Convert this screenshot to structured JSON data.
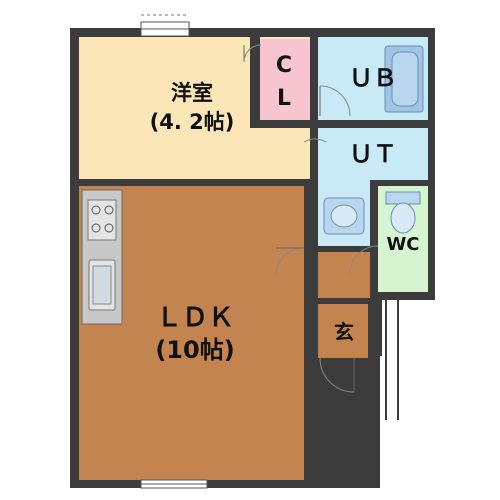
{
  "rooms": {
    "western": {
      "name": "洋室",
      "size": "(4. 2帖)"
    },
    "closet": {
      "line1": "C",
      "line2": "L"
    },
    "unit_bath": {
      "name": "ＵＢ"
    },
    "utility": {
      "name": "ＵＴ"
    },
    "toilet": {
      "name": "WC"
    },
    "ldk": {
      "name": "ＬＤＫ",
      "size": "(10帖)"
    },
    "entrance": {
      "name": "玄"
    }
  },
  "colors": {
    "wall": "#3c3c3c",
    "western_floor": "#fbe6b8",
    "ldk_floor": "#c4844f",
    "closet_floor": "#f6c5cf",
    "bath_floor": "#c8eaf7",
    "toilet_floor": "#d6f4cf",
    "entrance_floor": "#c4844f",
    "fixture": "#7aa3c4"
  }
}
